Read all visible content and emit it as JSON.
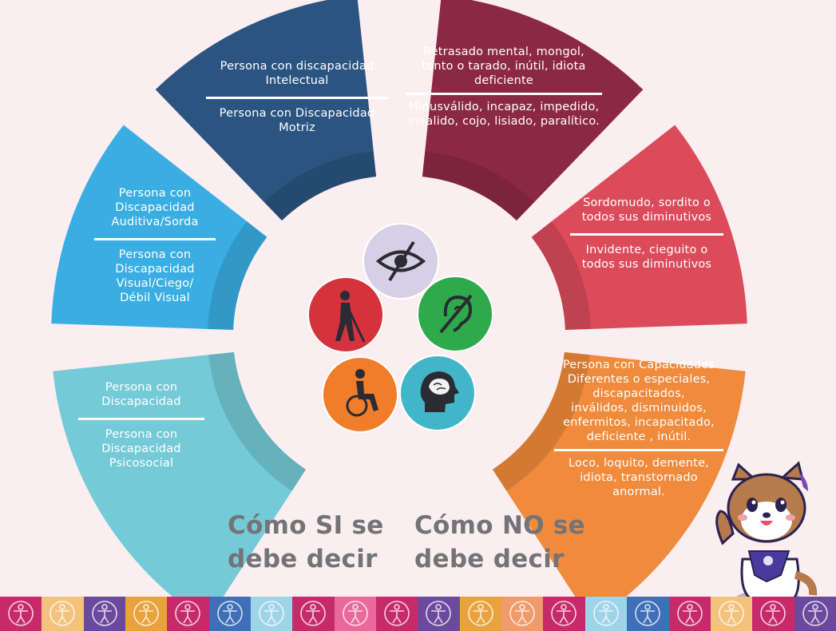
{
  "colors": {
    "background": "#fbeef0",
    "correct_segments": [
      "#2b5580",
      "#3aaee3",
      "#74cad6"
    ],
    "incorrect_segments": [
      "#8c2942",
      "#db4b5a",
      "#f08a3c"
    ],
    "icons": [
      "#d6cfe5",
      "#d6323d",
      "#2faa4a",
      "#ef7d29",
      "#41b6c8"
    ],
    "title": "#737378"
  },
  "correct_terms": [
    {
      "top": "Persona con discapacidad\nIntelectual",
      "bottom": "Persona con Discapacidad\nMotriz"
    },
    {
      "top": "Persona con\nDiscapacidad\nAuditiva/Sorda",
      "bottom": "Persona con\nDiscapacidad\nVisual/Ciego/\nDébil Visual"
    },
    {
      "top": "Persona con\nDiscapacidad",
      "bottom": "Persona con\nDiscapacidad\nPsicosocial"
    }
  ],
  "incorrect_terms": [
    {
      "top": "Retrasado mental, mongol,\ntonto o tarado, inútil, idiota\ndeficiente",
      "bottom": "Minusválido, incapaz, impedido,\ninvalido, cojo, lisiado, paralítico."
    },
    {
      "top": "Sordomudo, sordito o\ntodos sus diminutivos",
      "bottom": "Invidente, cieguito o\ntodos sus diminutivos"
    },
    {
      "top": "Persona con Capacidades\nDiferentes o especiales,\ndiscapacitados,\ninválidos, disminuidos,\nenfermitos, incapacitado,\ndeficiente , inútil.",
      "bottom": "Loco, loquito, demente,\nidiota, transtornado\nanormal."
    }
  ],
  "headings": {
    "correct": "Cómo SI se\ndebe decir",
    "incorrect": "Cómo NO se\ndebe decir"
  },
  "icons": [
    "eye-slash-icon",
    "blind-cane-icon",
    "ear-slash-icon",
    "wheelchair-icon",
    "brain-head-icon"
  ],
  "mascot": "shiba-mascot-waving",
  "footer_strip_colors": [
    "#c72a6a",
    "#f3c27c",
    "#6b4a9e",
    "#e8a33c",
    "#c72a6a",
    "#3f6fb7",
    "#9ed3e8",
    "#c72a6a",
    "#e96a9a",
    "#c72a6a",
    "#6b4a9e",
    "#e8a33c",
    "#ef9b6b",
    "#c72a6a",
    "#9ed3e8",
    "#3f6fb7",
    "#c72a6a",
    "#f3c27c",
    "#c72a6a",
    "#6b4a9e"
  ]
}
